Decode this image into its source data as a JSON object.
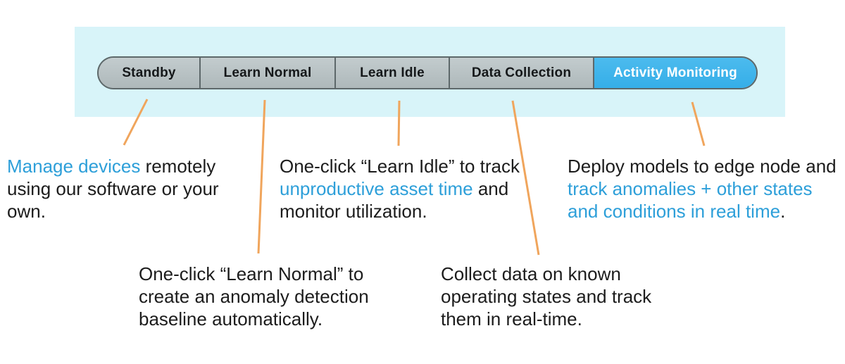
{
  "colors": {
    "banner_background": "#d8f4f9",
    "segment_gray": "#b7c1c3",
    "segment_border": "#5d686a",
    "segment_active_blue": "#3fb5eb",
    "segment_active_text": "#ffffff",
    "segment_text": "#15181a",
    "highlight_text_blue": "#2d9fd9",
    "body_text_black": "#1c1c1c",
    "connector_orange": "#f0a55c"
  },
  "state_bar": {
    "buttons": [
      {
        "label": "Standby",
        "active": false
      },
      {
        "label": "Learn Normal",
        "active": false
      },
      {
        "label": "Learn Idle",
        "active": false
      },
      {
        "label": "Data Collection",
        "active": false
      },
      {
        "label": "Activity Monitoring",
        "active": true
      }
    ]
  },
  "annotations": {
    "standby": {
      "lines": [
        {
          "blue": "Manage devices",
          "black": " remotely"
        },
        {
          "black": "using our software or your"
        },
        {
          "black": "own."
        }
      ]
    },
    "learn_idle": {
      "lines": [
        {
          "black": "One-click “Learn Idle” to track"
        },
        {
          "blue": "unproductive asset time",
          "black": " and"
        },
        {
          "black": "monitor utilization."
        }
      ]
    },
    "activity_monitoring": {
      "lines": [
        {
          "black": "Deploy models to edge node and"
        },
        {
          "blue": "track anomalies + other states"
        },
        {
          "blue": "and conditions in real time",
          "black": "."
        }
      ]
    },
    "learn_normal": {
      "lines": [
        {
          "black": "One-click “Learn Normal” to"
        },
        {
          "black": "create an anomaly detection"
        },
        {
          "black": "baseline automatically."
        }
      ]
    },
    "data_collection": {
      "lines": [
        {
          "black": "Collect data on known"
        },
        {
          "black": "operating states and track"
        },
        {
          "black": "them in real-time."
        }
      ]
    }
  }
}
